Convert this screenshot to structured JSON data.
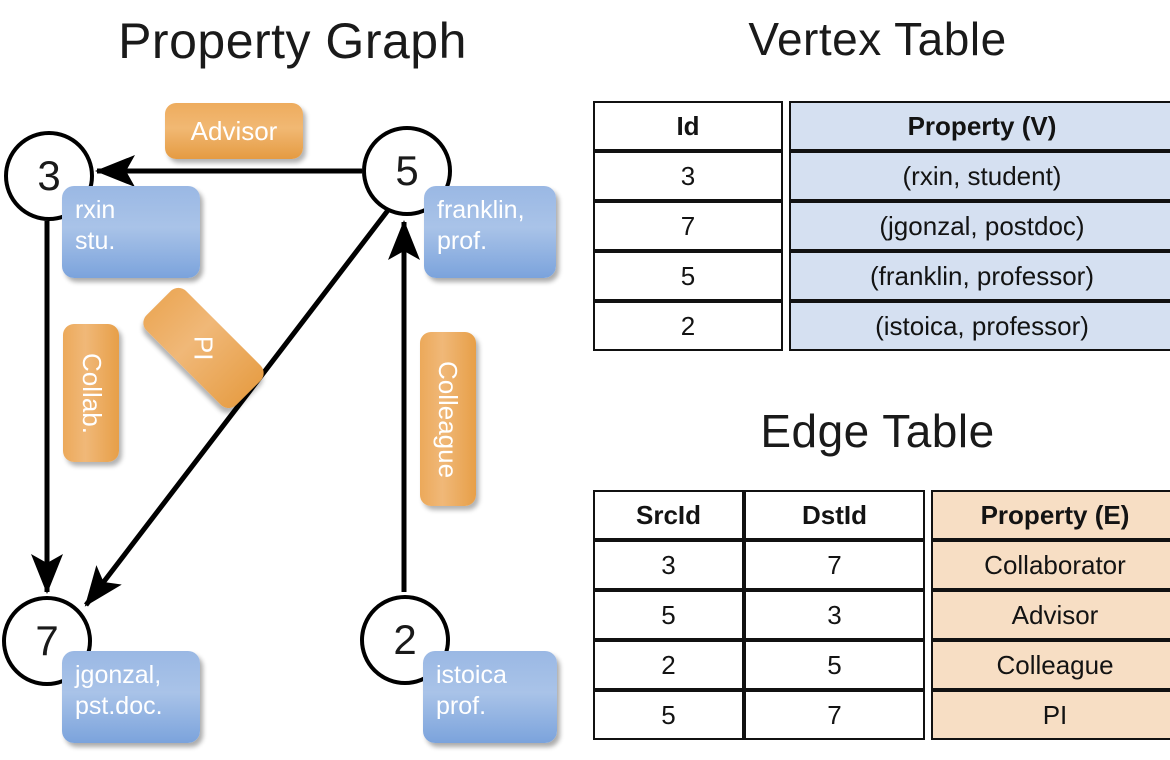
{
  "titles": {
    "property_graph": "Property Graph",
    "vertex_table": "Vertex Table",
    "edge_table": "Edge Table"
  },
  "graph": {
    "nodes": [
      {
        "id": "3",
        "property_label": "rxin\nstu."
      },
      {
        "id": "5",
        "property_label": "franklin,\nprof."
      },
      {
        "id": "7",
        "property_label": "jgonzal,\npst.doc."
      },
      {
        "id": "2",
        "property_label": "istoica\nprof."
      }
    ],
    "node_ids": {
      "n3": "3",
      "n5": "5",
      "n7": "7",
      "n2": "2"
    },
    "vertex_props": {
      "rxin_line1": "rxin",
      "rxin_line2": "stu.",
      "franklin_line1": "franklin,",
      "franklin_line2": "prof.",
      "jgonzal_line1": "jgonzal,",
      "jgonzal_line2": "pst.doc.",
      "istoica_line1": "istoica",
      "istoica_line2": "prof."
    },
    "edge_labels": {
      "advisor": "Advisor",
      "collab": "Collab.",
      "pi": "PI",
      "colleague": "Colleague"
    },
    "edges": [
      {
        "src": "5",
        "dst": "3",
        "label": "Advisor"
      },
      {
        "src": "3",
        "dst": "7",
        "label": "Collab."
      },
      {
        "src": "5",
        "dst": "7",
        "label": "PI"
      },
      {
        "src": "2",
        "dst": "5",
        "label": "Colleague"
      }
    ]
  },
  "vertex_table": {
    "headers": [
      "Id",
      "Property (V)"
    ],
    "rows": [
      {
        "id": "3",
        "property": "(rxin, student)"
      },
      {
        "id": "7",
        "property": "(jgonzal, postdoc)"
      },
      {
        "id": "5",
        "property": "(franklin, professor)"
      },
      {
        "id": "2",
        "property": "(istoica, professor)"
      }
    ]
  },
  "edge_table": {
    "headers": [
      "SrcId",
      "DstId",
      "Property (E)"
    ],
    "rows": [
      {
        "src": "3",
        "dst": "7",
        "property": "Collaborator"
      },
      {
        "src": "5",
        "dst": "3",
        "property": "Advisor"
      },
      {
        "src": "2",
        "dst": "5",
        "property": "Colleague"
      },
      {
        "src": "5",
        "dst": "7",
        "property": "PI"
      }
    ]
  },
  "colors": {
    "vertex_header_fill": "#d5e0f1",
    "edge_header_fill": "#f7dec4",
    "vertex_callout": "#9ab8e4",
    "edge_callout": "#eca95a",
    "stroke": "#000000",
    "background": "#ffffff"
  }
}
